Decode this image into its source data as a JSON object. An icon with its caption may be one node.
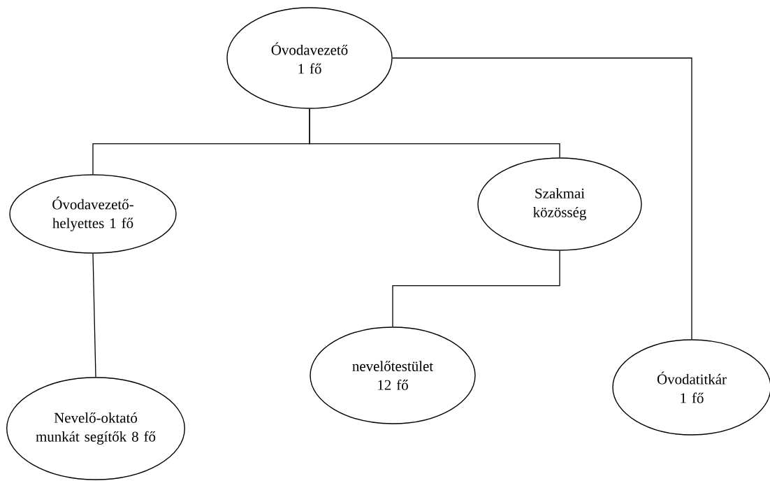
{
  "diagram": {
    "nodes": [
      {
        "text": [
          "Óvodavezető 1 fő"
        ]
      },
      {
        "text": [
          "Óvodavezető-helyettes 1 fő"
        ]
      },
      {
        "text": [
          "Szakmai közösség"
        ]
      },
      {
        "text": [
          "Nevelő-oktató munkát segítők 8 fő"
        ]
      },
      {
        "text": [
          "nevelőtestület 12 fő"
        ]
      },
      {
        "text": [
          "Óvodatitkár 1 fő"
        ]
      }
    ],
    "edges": [
      {
        "from": 0,
        "to": 1,
        "arrow": "none"
      },
      {
        "from": 0,
        "to": 2,
        "arrow": "none"
      },
      {
        "from": 0,
        "to": 5,
        "arrow": "none"
      },
      {
        "from": 1,
        "to": 3,
        "arrow": "none"
      },
      {
        "from": 2,
        "to": 4,
        "arrow": "none"
      }
    ]
  }
}
